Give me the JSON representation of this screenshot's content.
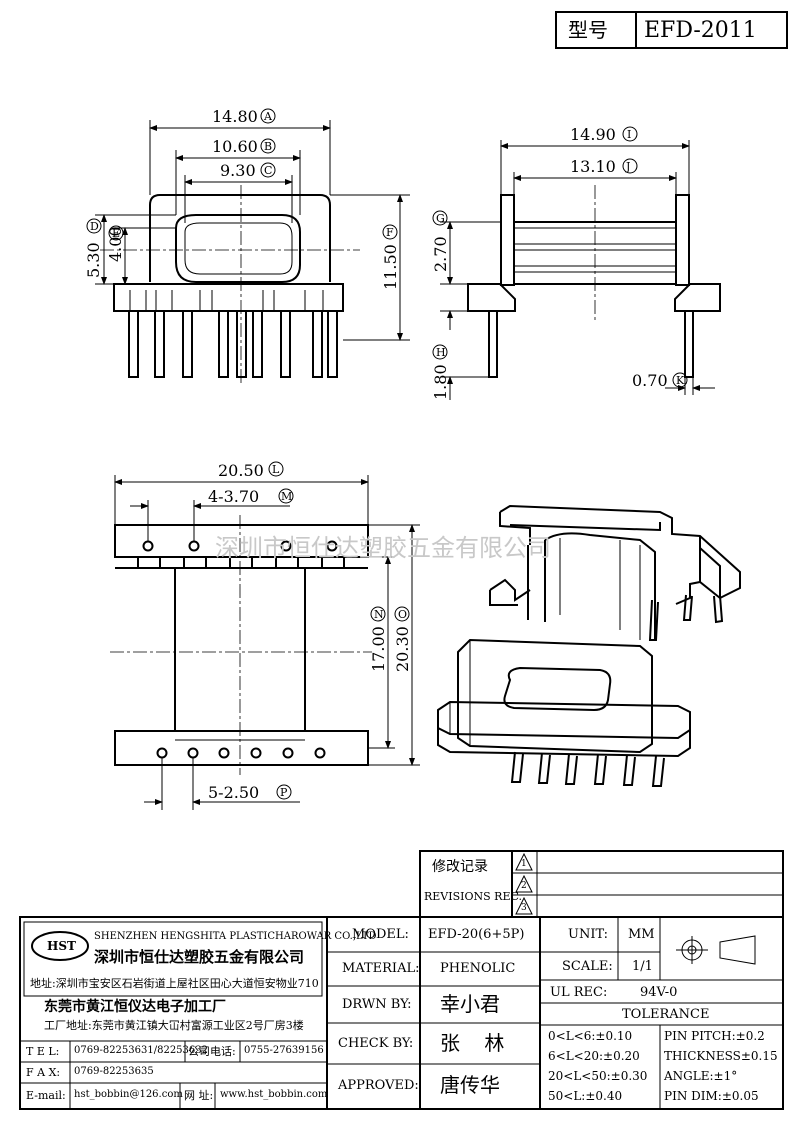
{
  "title_block": {
    "type_label": "型号",
    "model_code": "EFD-2011"
  },
  "dimensions": {
    "A": "14.80",
    "B": "10.60",
    "C": "9.30",
    "D": "",
    "E": "",
    "D_val": "5.30",
    "E_val": "4.00",
    "F": "11.50",
    "I": "14.90",
    "J": "13.10",
    "G": "2.70",
    "H": "1.80",
    "K": "0.70",
    "L": "20.50",
    "M": "4-3.70",
    "N": "17.00",
    "O": "20.30",
    "P": "5-2.50",
    "letters": {
      "A": "A",
      "B": "B",
      "C": "C",
      "D": "D",
      "E": "E",
      "F": "F",
      "G": "G",
      "H": "H",
      "I": "I",
      "J": "J",
      "K": "K",
      "L": "L",
      "M": "M",
      "N": "N",
      "O": "O",
      "P": "P"
    }
  },
  "watermark": "深圳市恒仕达塑胶五金有限公司",
  "revisions": {
    "title_cn": "修改记录",
    "title_en": "REVISIONS REC.",
    "rows": [
      "1",
      "2",
      "3"
    ]
  },
  "company": {
    "logo": "HST",
    "name_en": "SHENZHEN HENGSHITA PLASTICHAROWAR CO.,LTD",
    "name_cn": "深圳市恒仕达塑胶五金有限公司",
    "address1": "地址:深圳市宝安区石岩街道上屋社区田心大道恒安物业710",
    "factory_name": "东莞市黄江恒仪达电子加工厂",
    "factory_address": "工厂地址:东莞市黄江镇大冚村富源工业区2号厂房3楼",
    "tel_label": "T E L:",
    "tel": "0769-82253631/82253632",
    "company_tel_label": "公司电话:",
    "company_tel": "0755-27639156",
    "fax_label": "F A X:",
    "fax": "0769-82253635",
    "email_label": "E-mail:",
    "email": "hst_bobbin@126.com",
    "web_label": "网 址:",
    "web": "www.hst_bobbin.com"
  },
  "spec": {
    "model_label": "MODEL:",
    "model_value": "EFD-20(6+5P)",
    "material_label": "MATERIAL:",
    "material_value": "PHENOLIC",
    "drawn_label": "DRWN BY:",
    "drawn_value": "幸小君",
    "check_label": "CHECK BY:",
    "check_value": "张 林",
    "approved_label": "APPROVED:",
    "approved_value": "唐传华",
    "unit_label": "UNIT:",
    "unit_value": "MM",
    "scale_label": "SCALE:",
    "scale_value": "1/1",
    "ul_label": "UL REC:",
    "ul_value": "94V-0",
    "tolerance_label": "TOLERANCE",
    "tolerances": [
      "0<L<6:±0.10",
      "6<L<20:±0.20",
      "20<L<50:±0.30",
      "50<L:±0.40"
    ],
    "other_tolerances": [
      "PIN PITCH:±0.2",
      "THICKNESS±0.15",
      "ANGLE:±1°",
      "PIN DIM:±0.05"
    ]
  }
}
